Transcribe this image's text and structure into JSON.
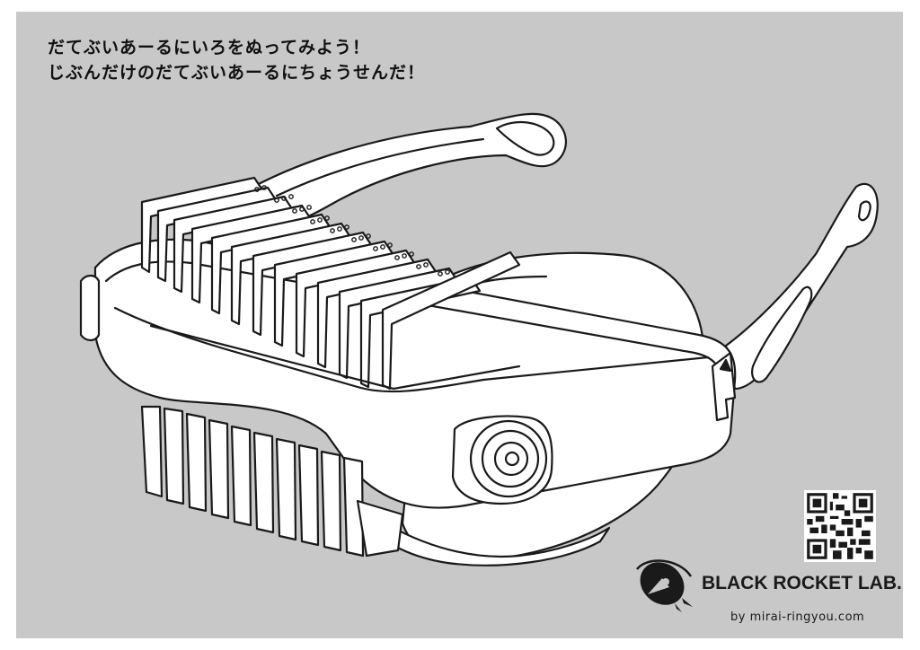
{
  "instructions": {
    "line1": "だてぶいあーるにいろをぬってみよう！",
    "line2": "じぶんだけのだてぶいあーるにちょうせんだ！"
  },
  "brand": {
    "name": "BLACK ROCKET LAB."
  },
  "credit": {
    "text": "by  mirai-ringyou.com"
  },
  "colors": {
    "background": "#c8c8c8",
    "line": "#1a1a1a",
    "fill": "#ffffff"
  },
  "illustration": {
    "subject": "vr-headset-coloring-outline"
  }
}
